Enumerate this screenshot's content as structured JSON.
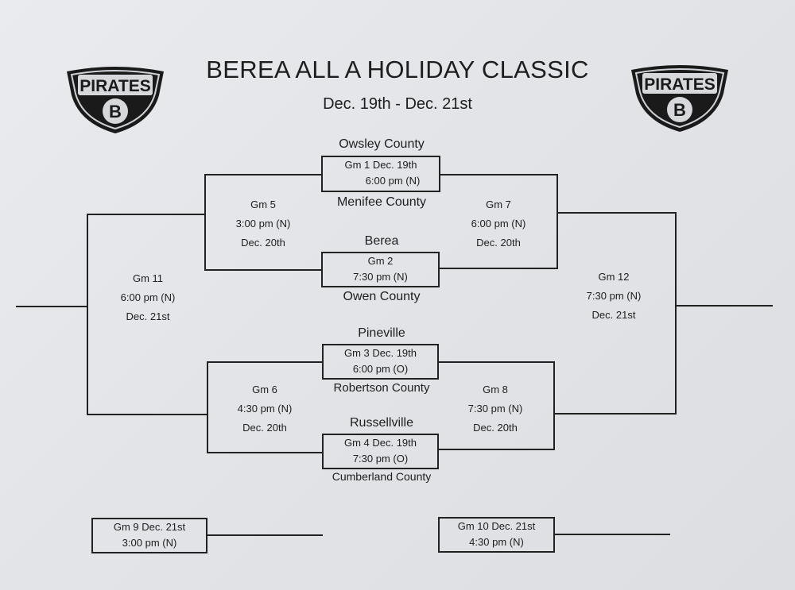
{
  "header": {
    "title": "BEREA ALL A HOLIDAY CLASSIC",
    "dates": "Dec. 19th - Dec. 21st",
    "logo_text": "PIRATES",
    "logo_letter": "B"
  },
  "teams": {
    "owsley": "Owsley County",
    "menifee": "Menifee County",
    "berea": "Berea",
    "owen": "Owen County",
    "pineville": "Pineville",
    "robertson": "Robertson County",
    "russellville": "Russellville",
    "cumberland": "Cumberland County"
  },
  "games": {
    "gm1": {
      "line1": "Gm 1  Dec. 19th",
      "line2": "6:00 pm (N)"
    },
    "gm2": {
      "line1": "Gm 2",
      "line2": "7:30 pm (N)"
    },
    "gm3": {
      "line1": "Gm 3  Dec. 19th",
      "line2": "6:00 pm (O)"
    },
    "gm4": {
      "line1": "Gm 4  Dec. 19th",
      "line2": "7:30 pm (O)"
    },
    "gm5": {
      "name": "Gm 5",
      "time": "3:00 pm (N)",
      "date": "Dec. 20th"
    },
    "gm6": {
      "name": "Gm 6",
      "time": "4:30 pm (N)",
      "date": "Dec. 20th"
    },
    "gm7": {
      "name": "Gm 7",
      "time": "6:00 pm (N)",
      "date": "Dec. 20th"
    },
    "gm8": {
      "name": "Gm 8",
      "time": "7:30 pm (N)",
      "date": "Dec. 20th"
    },
    "gm9": {
      "line1": "Gm 9  Dec. 21st",
      "line2": "3:00 pm (N)"
    },
    "gm10": {
      "line1": "Gm 10  Dec. 21st",
      "line2": "4:30 pm (N)"
    },
    "gm11": {
      "name": "Gm 11",
      "time": "6:00 pm (N)",
      "date": "Dec. 21st"
    },
    "gm12": {
      "name": "Gm 12",
      "time": "7:30 pm (N)",
      "date": "Dec. 21st"
    }
  }
}
